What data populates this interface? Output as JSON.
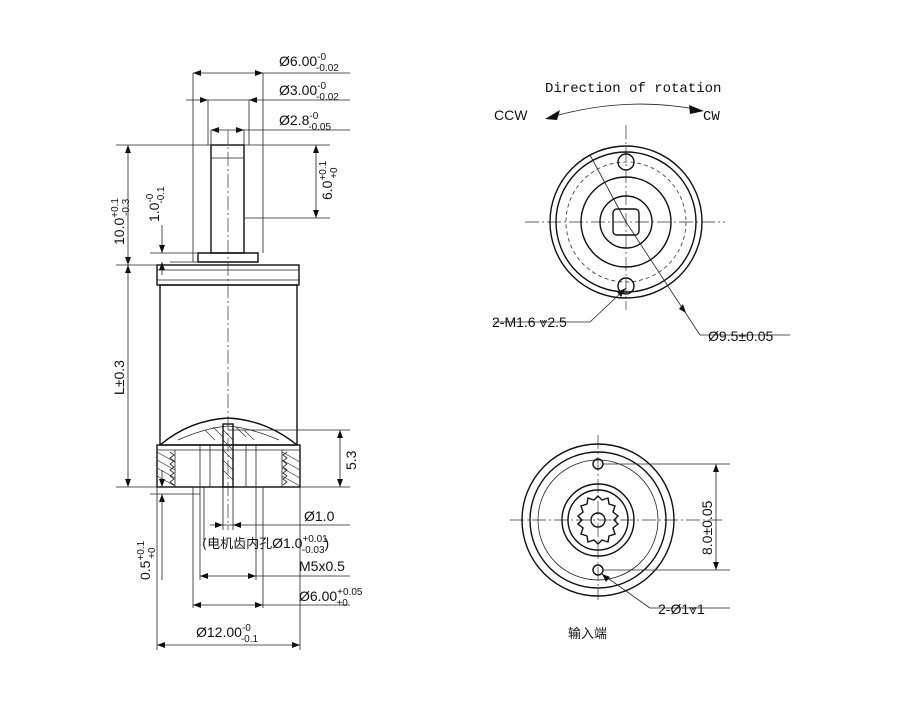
{
  "dimensions": {
    "d_6": {
      "base": "Ø6.00",
      "sup": "-0",
      "sub": "-0.02"
    },
    "d_3": {
      "base": "Ø3.00",
      "sup": "-0",
      "sub": "-0.02"
    },
    "d_28": {
      "base": "Ø2.8",
      "sup": "-0",
      "sub": "-0.05"
    },
    "len_6": {
      "base": "6.0",
      "sup": "+0.1",
      "sub": "+0"
    },
    "len_1": {
      "base": "1.0",
      "sup": "-0",
      "sub": "-0.1"
    },
    "len_10": {
      "base": "10.0",
      "sup": "+0.1",
      "sub": "-0.3"
    },
    "len_L": {
      "base": "L±0.3"
    },
    "len_53": {
      "base": "5.3"
    },
    "d_1": {
      "base": "Ø1.0"
    },
    "motor_hole": {
      "label": "(电机齿内孔",
      "base": "Ø1.0",
      "sup": "+0.01",
      "sub": "-0.03",
      "close": ")"
    },
    "thread": {
      "base": "M5x0.5"
    },
    "d_6b": {
      "base": "Ø6.00",
      "sup": "+0.05",
      "sub": "+0"
    },
    "len_05": {
      "base": "0.5",
      "sup": "+0.1",
      "sub": "+0"
    },
    "d_12": {
      "base": "Ø12.00",
      "sup": "-0",
      "sub": "-0.1"
    }
  },
  "rotation": {
    "title": "Direction of rotation",
    "ccw": "CCW",
    "cw": "CW"
  },
  "front_view": {
    "holes": "2-M1.6",
    "holes_depth": "2.5",
    "pcd": "Ø9.5±0.05"
  },
  "back_view": {
    "spacing": "8.0±0.05",
    "holes": "2-Ø1",
    "holes_depth": "1",
    "caption": "输入端"
  }
}
